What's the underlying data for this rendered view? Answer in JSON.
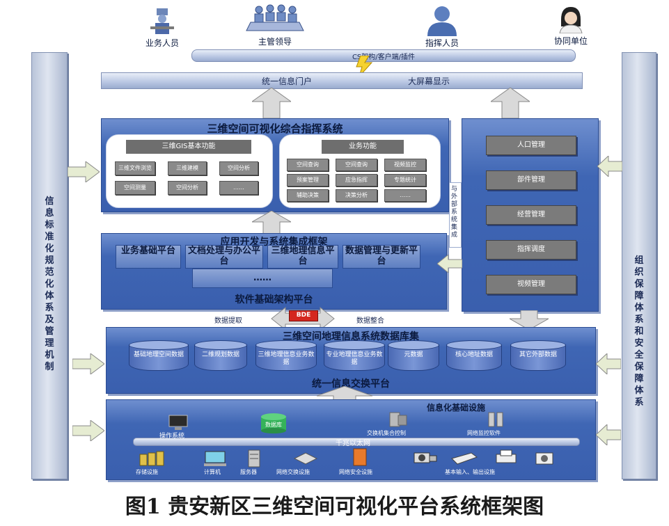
{
  "users": [
    {
      "label": "业务人员",
      "icon": "clerk-person-icon"
    },
    {
      "label": "主管领导",
      "icon": "meeting-group-icon"
    },
    {
      "label": "指挥人员",
      "icon": "person-silhouette-icon"
    },
    {
      "label": "协同单位",
      "icon": "woman-person-icon"
    }
  ],
  "cs_bar": "CS架构/客户端/插件",
  "portal_bar": {
    "left": "统一信息门户",
    "right": "大屏幕显示"
  },
  "left_pillar": "信息标准化规范化体系及管理机制",
  "right_pillar": "组织保障体系和安全保障体系",
  "command_system": {
    "title": "三维空间可视化综合指挥系统",
    "gis_box": {
      "title": "三维GIS基本功能",
      "items": [
        "三维文件浏览",
        "三维建模",
        "空间分析",
        "空间测量",
        "空间分析",
        "……"
      ]
    },
    "biz_box": {
      "title": "业务功能",
      "items": [
        "空间查询",
        "空间查询",
        "视频监控",
        "预案管理",
        "应急指挥",
        "专题统计",
        "辅助决策",
        "决策分析",
        "……"
      ]
    }
  },
  "right_panel": {
    "items": [
      "人口管理",
      "部件管理",
      "经营管理",
      "指挥调度",
      "视频管理"
    ]
  },
  "connector_label": "与外部系统集成",
  "app_platform": {
    "title": "应用开发与系统集成框架",
    "tabs": [
      "业务基础平台",
      "文档处理与办公平台",
      "三维地理信息平台",
      "数据管理与更新平台"
    ],
    "ellipsis": "……",
    "footer": "软件基础架构平台"
  },
  "mid_labels": {
    "left": "数据提取",
    "center": "BDE",
    "right": "数据整合"
  },
  "database": {
    "title": "三维空间地理信息系统数据库集",
    "cylinders": [
      "基础地理空间数据",
      "二维规划数据",
      "三维地理信息业务数据",
      "专业地理信息业务数据",
      "元数据",
      "核心地址数据",
      "其它外部数据"
    ],
    "footer": "统一信息交换平台"
  },
  "infrastructure": {
    "title": "信息化基础设施",
    "network": "千兆以太网",
    "items": [
      "操作系统",
      "数据库",
      "存储设施",
      "计算机",
      "服务器",
      "网络交换设施",
      "网络安全设施",
      "交换机集合控制",
      "网络监控软件",
      "基本输入、输出设施"
    ]
  },
  "caption": "图1 贵安新区三维空间可视化平台系统框架图",
  "colors": {
    "panel": "#3f66b4",
    "pillar": "#c7d0e3",
    "arrow": "#d9d9d9",
    "bde": "#d4271f"
  }
}
